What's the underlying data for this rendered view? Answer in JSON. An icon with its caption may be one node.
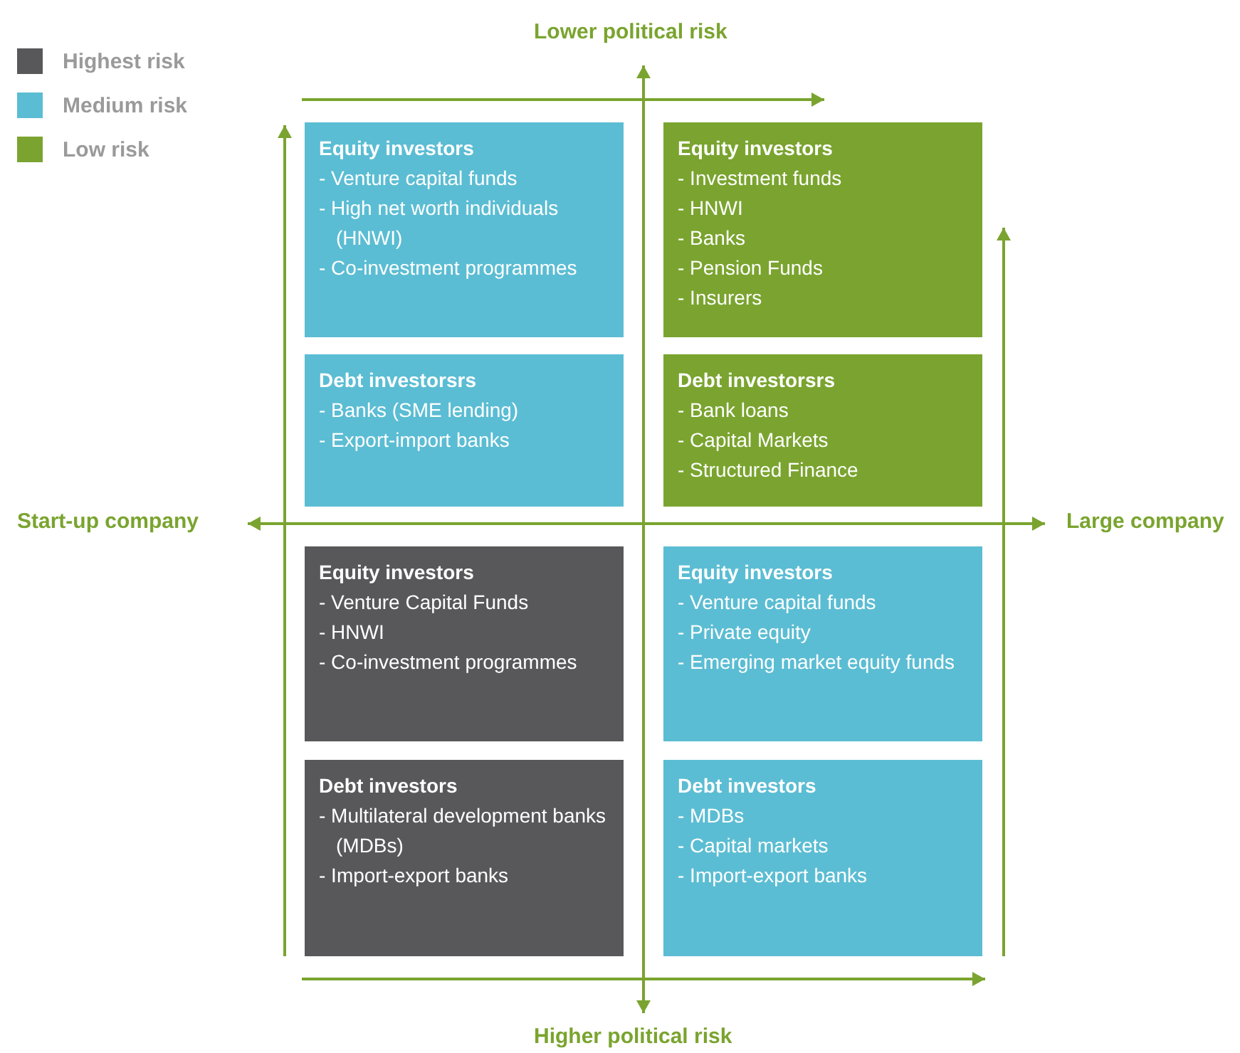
{
  "diagram": {
    "nodes": [
      {
        "text": [
          "Equity investors",
          "- Venture capital funds",
          "- High net worth individuals (HNWI)",
          "- Co-investment programmes"
        ]
      },
      {
        "text": [
          "Equity investors",
          "- Investment funds",
          "- HNWI",
          "- Banks",
          "- Pension Funds",
          "- Insurers"
        ]
      },
      {
        "text": [
          "Debt investorsrs",
          "- Banks (SME lending)",
          "- Export-import banks"
        ]
      },
      {
        "text": [
          "Debt investorsrs",
          "- Bank loans",
          "- Capital Markets",
          "- Structured Finance"
        ]
      },
      {
        "text": [
          "Equity investors",
          "- Venture Capital Funds",
          "- HNWI",
          "- Co-investment programmes"
        ]
      },
      {
        "text": [
          "Equity investors",
          "- Venture capital funds",
          "- Private equity",
          "- Emerging market equity funds"
        ]
      },
      {
        "text": [
          "Debt investors",
          "- Multilateral development banks (MDBs)",
          "- Import-export banks"
        ]
      },
      {
        "text": [
          "Debt investors",
          "- MDBs",
          "- Capital markets",
          "- Import-export banks"
        ]
      }
    ],
    "edges": [],
    "labels": [
      "Lower political risk",
      "Start-up company",
      "Large company",
      "Higher political risk"
    ],
    "legend": [
      {
        "text": "Highest risk",
        "color": "#58585a"
      },
      {
        "text": "Medium risk",
        "color": "#5bbdd3"
      },
      {
        "text": "Low risk",
        "color": "#7aa42f"
      }
    ]
  }
}
